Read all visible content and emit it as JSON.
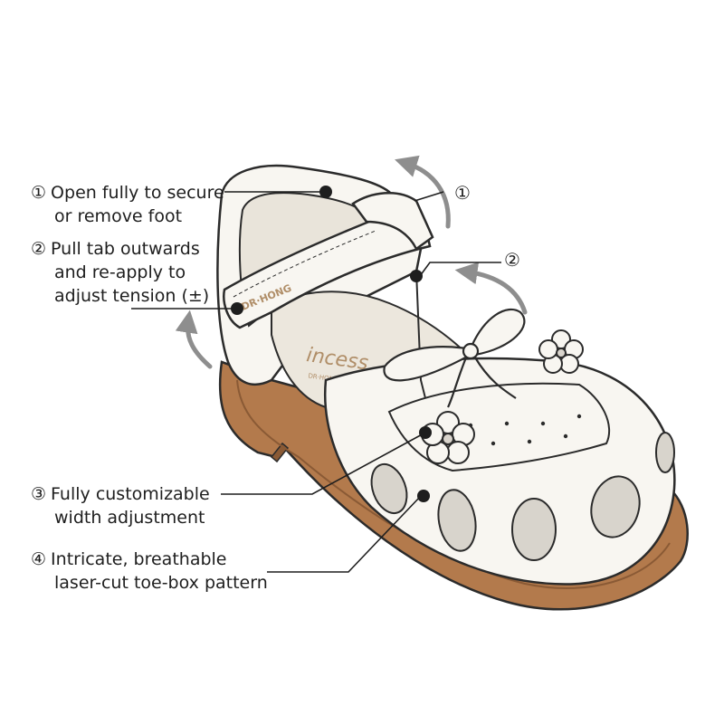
{
  "colors": {
    "sole": "#b37a4c",
    "sole_dark": "#8a5a35",
    "upper": "#f8f6f1",
    "lining": "#e9e4da",
    "outline": "#2b2b2b",
    "arrow": "#8e8e8e",
    "logo": "#b08e68"
  },
  "callouts": [
    {
      "num": "①",
      "lines": [
        "Open fully to secure",
        "or remove foot"
      ]
    },
    {
      "num": "②",
      "lines": [
        "Pull tab outwards",
        "and re-apply to",
        "adjust tension (±)"
      ]
    },
    {
      "num": "③",
      "lines": [
        "Fully customizable",
        "width adjustment"
      ]
    },
    {
      "num": "④",
      "lines": [
        "Intricate, breathable",
        "laser-cut toe-box pattern"
      ]
    }
  ],
  "badges": [
    "①",
    "②"
  ],
  "shoe": {
    "strap_logo": "DR·HONG",
    "insole_script": "incess",
    "insole_sub": "DR·HONG"
  }
}
